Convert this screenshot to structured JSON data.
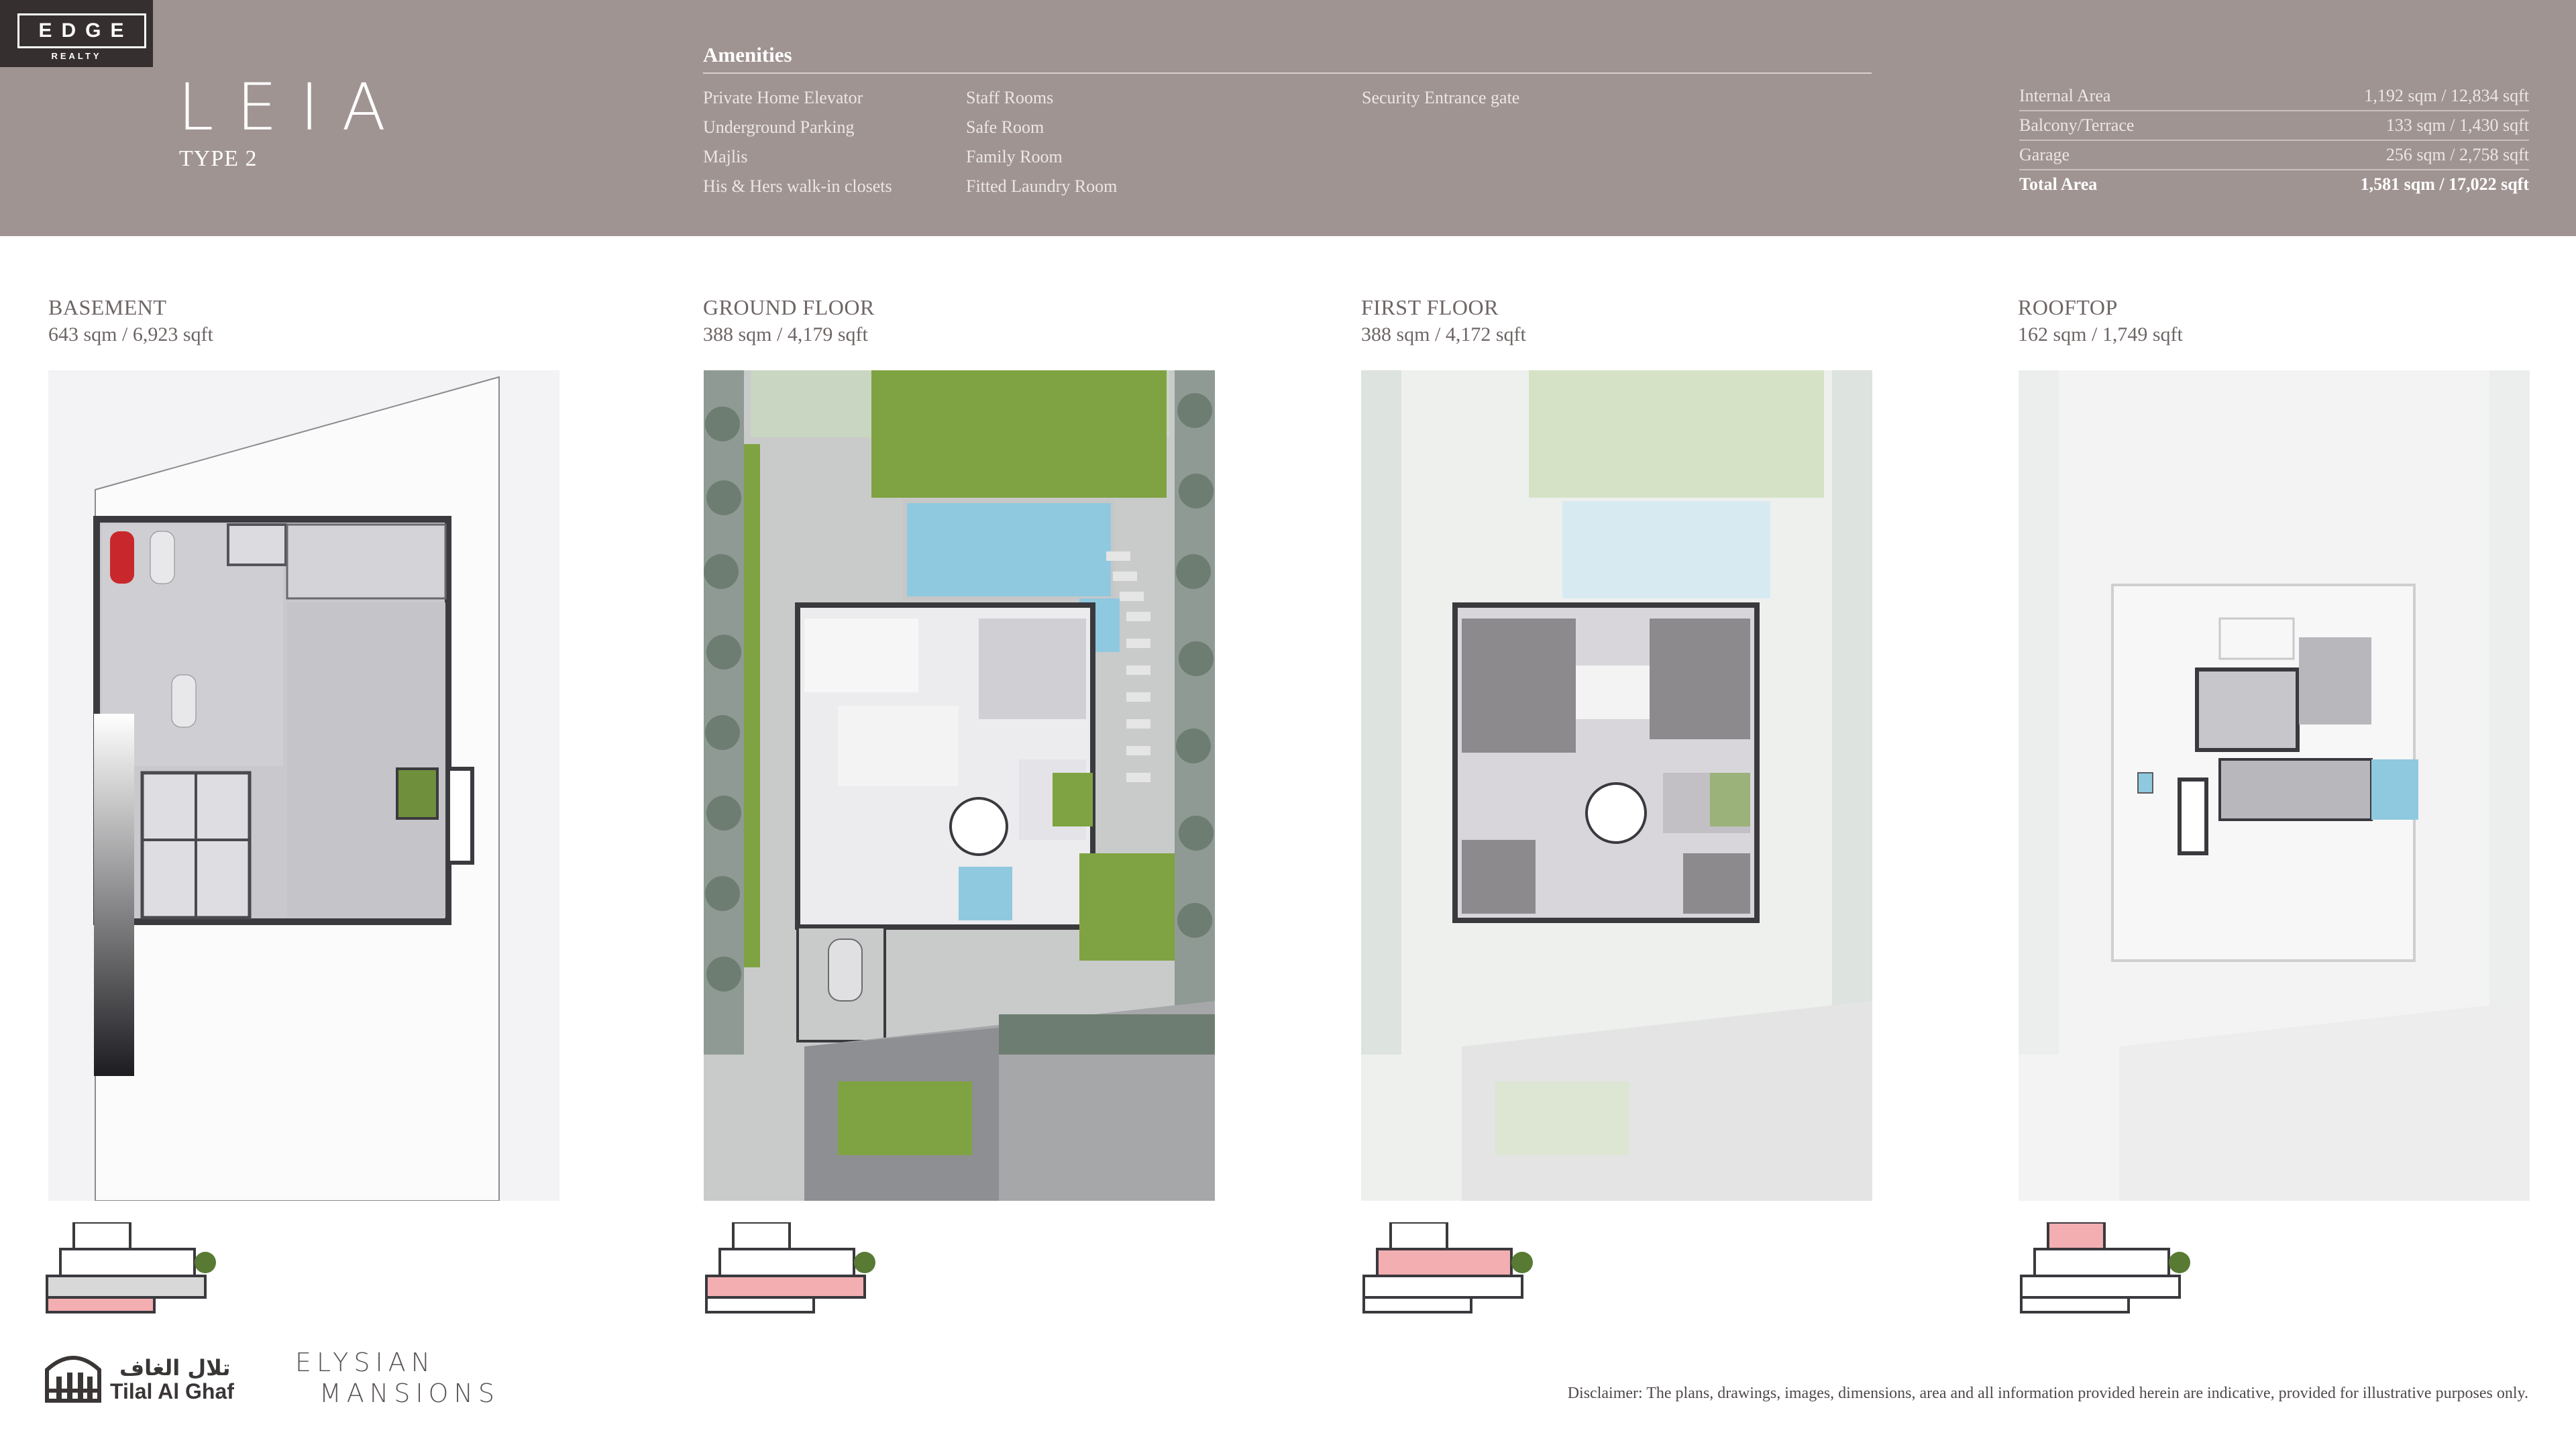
{
  "brand": {
    "name": "EDGE",
    "sub": "REALTY"
  },
  "header": {
    "title": "LEIA",
    "subtitle": "TYPE 2"
  },
  "amenities": {
    "title": "Amenities",
    "col1": [
      "Private Home Elevator",
      "Underground Parking",
      "Majlis",
      "His & Hers walk-in closets"
    ],
    "col2": [
      "Staff Rooms",
      "Safe Room",
      "Family Room",
      "Fitted Laundry Room"
    ],
    "col3": [
      "Security Entrance gate"
    ]
  },
  "areas": [
    {
      "label": "Internal Area",
      "value": "1,192 sqm / 12,834 sqft"
    },
    {
      "label": "Balcony/Terrace",
      "value": "133 sqm / 1,430 sqft"
    },
    {
      "label": "Garage",
      "value": "256 sqm / 2,758 sqft"
    },
    {
      "label": "Total Area",
      "value": "1,581 sqm / 17,022 sqft"
    }
  ],
  "floors": [
    {
      "label": "BASEMENT",
      "size": "643 sqm / 6,923 sqft"
    },
    {
      "label": "GROUND FLOOR",
      "size": "388 sqm / 4,179 sqft"
    },
    {
      "label": "FIRST FLOOR",
      "size": "388 sqm / 4,172 sqft"
    },
    {
      "label": "ROOFTOP",
      "size": "162 sqm / 1,749 sqft"
    }
  ],
  "footer": {
    "tilal_ar": "تلال الغاف",
    "tilal_en": "Tilal Al Ghaf",
    "elysian_1": "ELYSIAN",
    "elysian_2": "MANSIONS",
    "disclaimer": "Disclaimer: The plans, drawings, images, dimensions, area and all information provided herein are indicative, provided for illustrative purposes only."
  },
  "colors": {
    "header_bg": "#a09492",
    "brand_bg": "#35302f",
    "pool": "#8fc9e0",
    "lawn": "#7fa342",
    "highlight": "#f2aeb1"
  }
}
